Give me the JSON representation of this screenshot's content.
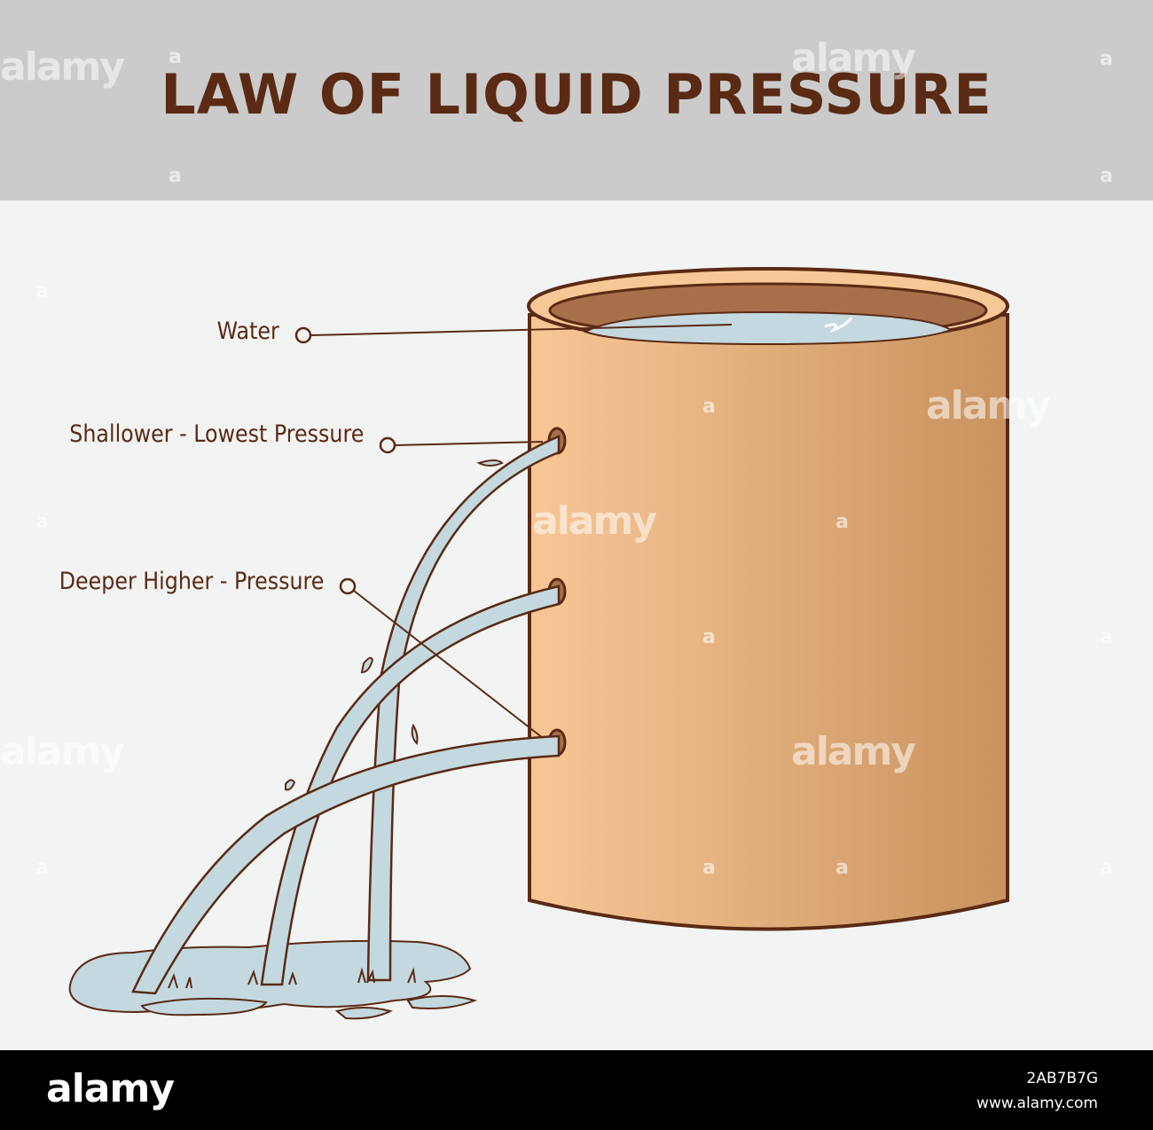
{
  "title": "LAW OF LIQUID PRESSURE",
  "labels": {
    "water": "Water",
    "shallower": "Shallower - Lowest Pressure",
    "deeper": "Deeper Higher - Pressure"
  },
  "footer": {
    "brand": "alamy",
    "image_id": "2AB7B7G",
    "site": "www.alamy.com"
  },
  "watermark": {
    "text": "alamy",
    "glyph": "a"
  },
  "colors": {
    "title_text": "#5a2a14",
    "title_band": "#cbcbcb",
    "background": "#f2f3f3",
    "tank_light": "#f8c796",
    "tank_dark": "#c9925f",
    "tank_rim_inner": "#a8704a",
    "water": "#c3d9df",
    "outline": "#5a2a14"
  }
}
